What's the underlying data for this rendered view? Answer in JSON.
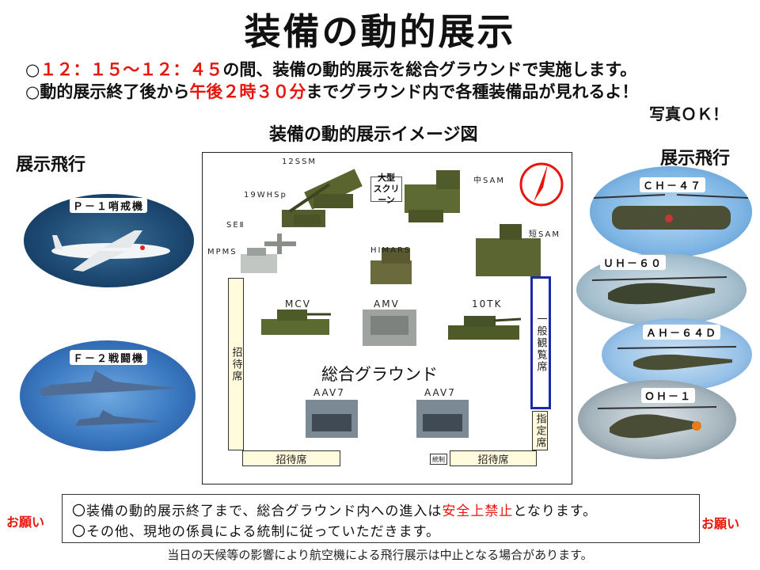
{
  "title": "装備の動的展示",
  "notice": {
    "line1_prefix": "○",
    "line1_time": "１２：１５～１２：４５",
    "line1_suffix": "の間、装備の動的展示を総合グラウンドで実施します。",
    "line2_prefix": "○動的展示終了後から",
    "line2_time": "午後２時３０分",
    "line2_suffix": "までグラウンド内で各種装備品が見れるよ！",
    "line3": "写真ＯＫ！"
  },
  "map_caption": "装備の動的展示イメージ図",
  "left_heading": "展示飛行",
  "right_heading": "展示飛行",
  "left_aircraft": [
    {
      "label": "Ｐ－１哨戒機"
    },
    {
      "label": "Ｆ－２戦闘機"
    }
  ],
  "right_aircraft": [
    {
      "label": "ＣＨ－４７"
    },
    {
      "label": "ＵＨ－６０"
    },
    {
      "label": "ＡＨ－６４Ｄ"
    },
    {
      "label": "ＯＨ－１"
    }
  ],
  "map": {
    "labels": {
      "ssm12": "12SSM",
      "whsp19": "19WHSp",
      "se2": "SEⅡ",
      "mpms": "MPMS",
      "himars": "HIMARS",
      "mid_sam": "中SAM",
      "short_sam": "短SAM",
      "big_screen": "大型\nスクリーン",
      "mcv": "MCV",
      "amv": "AMV",
      "tk10": "10TK",
      "ground": "総合グラウンド",
      "aav7_left": "AAV7",
      "aav7_right": "AAV7"
    },
    "seats": {
      "left_vertical": "招待席",
      "bottom_left": "招待席",
      "bottom_right": "招待席",
      "control": "統制",
      "general_viewing": "一般観覧席",
      "reserved": "指定席"
    },
    "compass": "N"
  },
  "request_label_left": "お願い",
  "request_label_right": "お願い",
  "request": {
    "line1_prefix": "〇装備の動的展示終了まで、総合グラウンド内への進入は",
    "line1_red": "安全上禁止",
    "line1_suffix": "となります。",
    "line2": "〇その他、現地の係員による統制に従っていただきます。"
  },
  "footer": "当日の天候等の影響により航空機による飛行展示は中止となる場合があります。",
  "colors": {
    "accent_red": "#e8150c",
    "seat_fill": "#fffbdc",
    "viewing_border": "#1a2aa8",
    "compass_red": "#e8150c"
  }
}
